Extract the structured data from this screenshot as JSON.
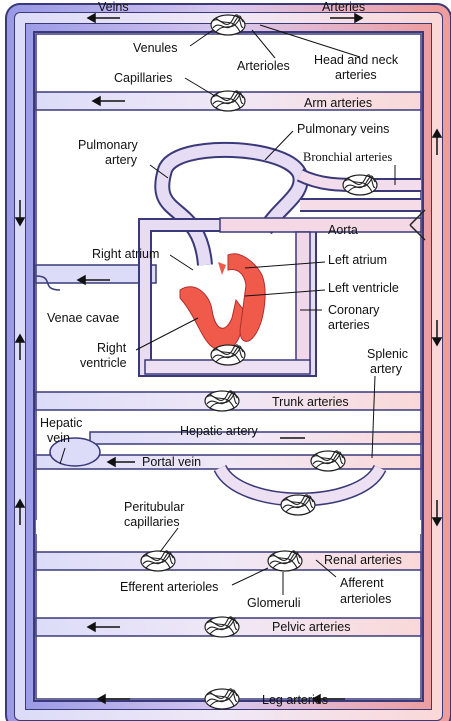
{
  "header": {
    "left": "Veins",
    "right": "Arteries"
  },
  "labels": {
    "venules": "Venules",
    "arterioles": "Arterioles",
    "head_neck_1": "Head and neck",
    "head_neck_2": "arteries",
    "capillaries": "Capillaries",
    "arm_arteries": "Arm arteries",
    "pulmonary_veins": "Pulmonary veins",
    "pulmonary_artery_1": "Pulmonary",
    "pulmonary_artery_2": "artery",
    "bronchial_arteries": "Bronchial arteries",
    "aorta": "Aorta",
    "right_atrium": "Right atrium",
    "left_atrium": "Left atrium",
    "left_ventricle": "Left ventricle",
    "coronary_1": "Coronary",
    "coronary_2": "arteries",
    "venae_cavae": "Venae cavae",
    "right_ventricle_1": "Right",
    "right_ventricle_2": "ventricle",
    "splenic_1": "Splenic",
    "splenic_2": "artery",
    "trunk_arteries": "Trunk arteries",
    "hepatic_vein_1": "Hepatic",
    "hepatic_vein_2": "vein",
    "hepatic_artery": "Hepatic artery",
    "portal_vein": "Portal vein",
    "peritubular_1": "Peritubular",
    "peritubular_2": "capillaries",
    "renal_arteries": "Renal arteries",
    "efferent_arterioles": "Efferent arterioles",
    "glomeruli": "Glomeruli",
    "afferent_1": "Afferent",
    "afferent_2": "arterioles",
    "pelvic_arteries": "Pelvic arteries",
    "leg_arteries": "Leg arteries"
  },
  "colors": {
    "vein_blue": "#8f8fe0",
    "vein_light": "#dcdcf8",
    "artery_pink": "#e89a9a",
    "artery_light": "#f8d8d8",
    "heart_red": "#ef5a4a",
    "outline": "#3a3a7a"
  }
}
